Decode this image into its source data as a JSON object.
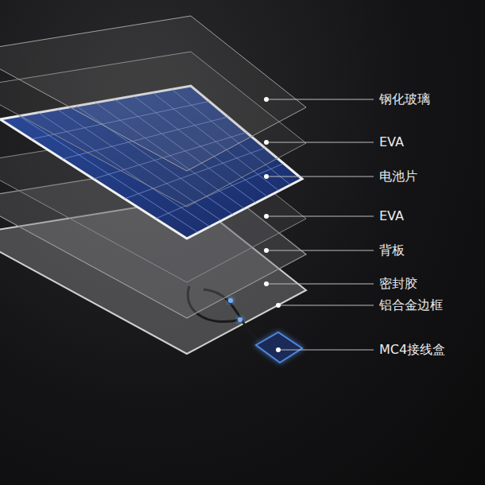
{
  "diagram": {
    "labels": [
      "钢化玻璃",
      "EVA",
      "电池片",
      "EVA",
      "背板",
      "密封胶",
      "铝合金边框",
      "MC4接线盒"
    ]
  }
}
